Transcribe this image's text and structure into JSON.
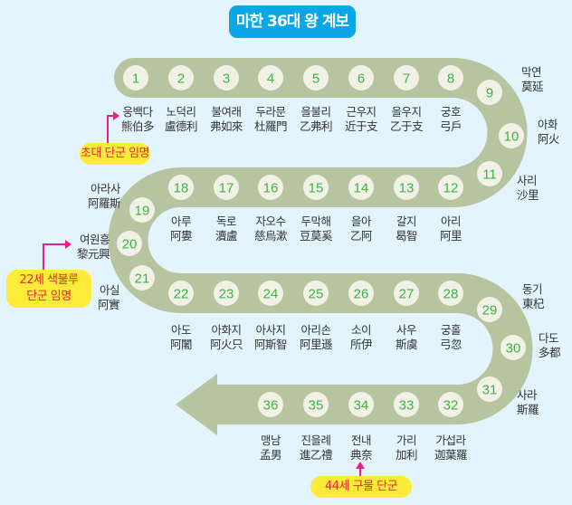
{
  "title": "마한 36대 왕 계보",
  "colors": {
    "band": "#b6c4a0",
    "number": "#3bb34a",
    "circle": "#f1f1e6",
    "callout_bg": "#fdeb3a",
    "callout_text": "#e8262c",
    "arrow": "#ec1c8c",
    "title_bg": "#0aa7e6"
  },
  "kings": [
    {
      "n": "1",
      "ko": "웅백다",
      "hanja": "熊伯多"
    },
    {
      "n": "2",
      "ko": "노덕리",
      "hanja": "盧德利"
    },
    {
      "n": "3",
      "ko": "불여래",
      "hanja": "弗如來"
    },
    {
      "n": "4",
      "ko": "두라문",
      "hanja": "杜羅門"
    },
    {
      "n": "5",
      "ko": "을불리",
      "hanja": "乙弗利"
    },
    {
      "n": "6",
      "ko": "근우지",
      "hanja": "近于支"
    },
    {
      "n": "7",
      "ko": "을우지",
      "hanja": "乙于支"
    },
    {
      "n": "8",
      "ko": "궁호",
      "hanja": "弓戶"
    },
    {
      "n": "9",
      "ko": "막연",
      "hanja": "莫延"
    },
    {
      "n": "10",
      "ko": "아화",
      "hanja": "阿火"
    },
    {
      "n": "11",
      "ko": "사리",
      "hanja": "沙里"
    },
    {
      "n": "12",
      "ko": "아리",
      "hanja": "阿里"
    },
    {
      "n": "13",
      "ko": "갈지",
      "hanja": "曷智"
    },
    {
      "n": "14",
      "ko": "을아",
      "hanja": "乙阿"
    },
    {
      "n": "15",
      "ko": "두막해",
      "hanja": "豆莫奚"
    },
    {
      "n": "16",
      "ko": "자오수",
      "hanja": "慈烏漱"
    },
    {
      "n": "17",
      "ko": "독로",
      "hanja": "瀆盧"
    },
    {
      "n": "18",
      "ko": "아루",
      "hanja": "阿婁"
    },
    {
      "n": "19",
      "ko": "아라사",
      "hanja": "阿羅斯"
    },
    {
      "n": "20",
      "ko": "여원흥",
      "hanja": "黎元興"
    },
    {
      "n": "21",
      "ko": "아실",
      "hanja": "阿實"
    },
    {
      "n": "22",
      "ko": "아도",
      "hanja": "阿闍"
    },
    {
      "n": "23",
      "ko": "아화지",
      "hanja": "阿火只"
    },
    {
      "n": "24",
      "ko": "아사지",
      "hanja": "阿斯智"
    },
    {
      "n": "25",
      "ko": "아리손",
      "hanja": "阿里遜"
    },
    {
      "n": "26",
      "ko": "소이",
      "hanja": "所伊"
    },
    {
      "n": "27",
      "ko": "사우",
      "hanja": "斯虞"
    },
    {
      "n": "28",
      "ko": "궁홀",
      "hanja": "弓忽"
    },
    {
      "n": "29",
      "ko": "동기",
      "hanja": "東杞"
    },
    {
      "n": "30",
      "ko": "다도",
      "hanja": "多都"
    },
    {
      "n": "31",
      "ko": "사라",
      "hanja": "斯羅"
    },
    {
      "n": "32",
      "ko": "가섭라",
      "hanja": "迦葉羅"
    },
    {
      "n": "33",
      "ko": "가리",
      "hanja": "加利"
    },
    {
      "n": "34",
      "ko": "전내",
      "hanja": "典奈"
    },
    {
      "n": "35",
      "ko": "진을례",
      "hanja": "進乙禮"
    },
    {
      "n": "36",
      "ko": "맹남",
      "hanja": "孟男"
    }
  ],
  "callouts": {
    "first": "초대 단군 임명",
    "twentysecond_line1": "22세 색불루",
    "twentysecond_line2": "단군 임명",
    "fortyfourth": "44세 구물 단군"
  }
}
